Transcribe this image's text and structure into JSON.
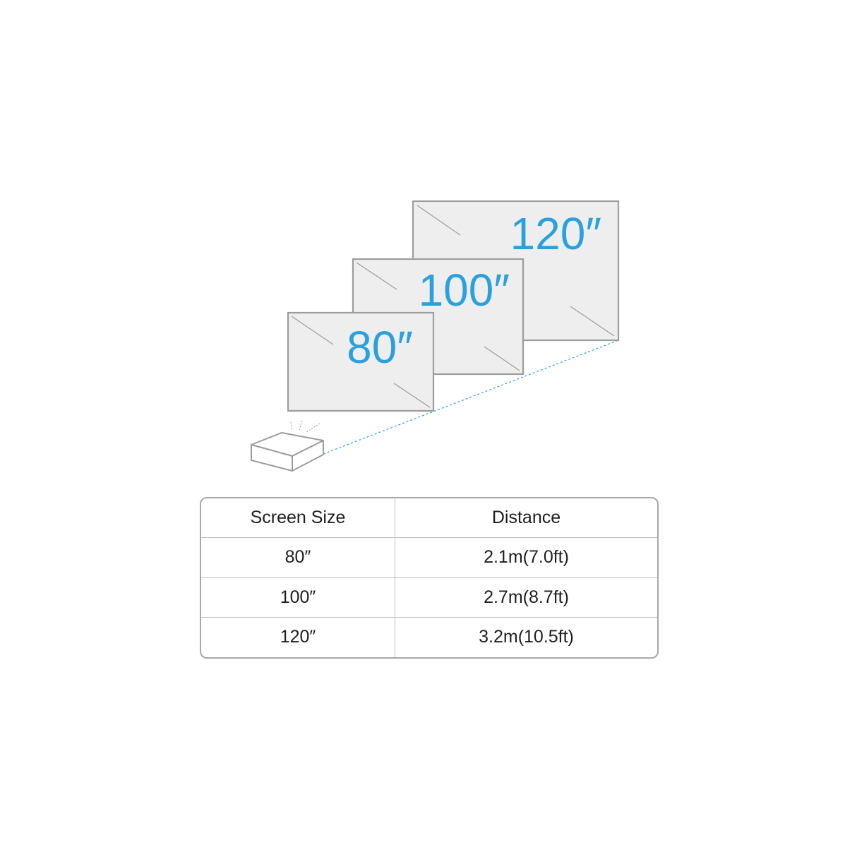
{
  "screens": [
    {
      "label": "80″"
    },
    {
      "label": "100″"
    },
    {
      "label": "120″"
    }
  ],
  "colors": {
    "accent": "#2aa0dc",
    "outline": "#9c9c9c",
    "screen_fill": "#eeeeee",
    "text": "#1e1e1e"
  },
  "table": {
    "headers": [
      "Screen Size",
      "Distance"
    ],
    "rows": [
      [
        "80″",
        "2.1m(7.0ft)"
      ],
      [
        "100″",
        "2.7m(8.7ft)"
      ],
      [
        "120″",
        "3.2m(10.5ft)"
      ]
    ]
  }
}
